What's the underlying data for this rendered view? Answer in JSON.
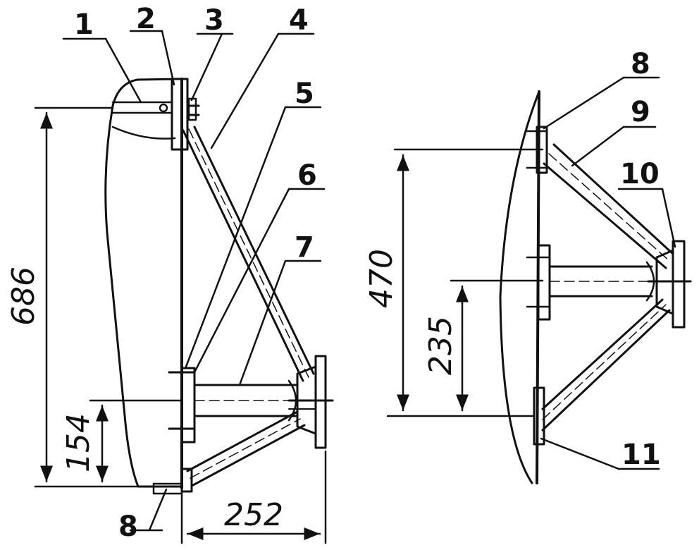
{
  "colors": {
    "ink": "#111111",
    "paper": "#ffffff"
  },
  "callouts": {
    "c1": "1",
    "c2": "2",
    "c3": "3",
    "c4": "4",
    "c5": "5",
    "c6": "6",
    "c7": "7",
    "c8_left": "8",
    "c8_right": "8",
    "c9": "9",
    "c10": "10",
    "c11": "11"
  },
  "dimensions": {
    "left_height": "686",
    "left_offset": "154",
    "left_width": "252",
    "right_height": "470",
    "right_half": "235"
  }
}
